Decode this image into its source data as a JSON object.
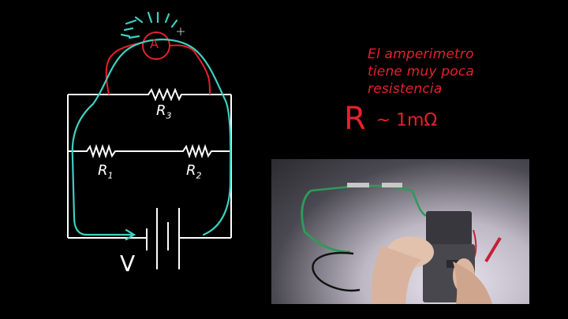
{
  "board": {
    "background": "#000000",
    "colors": {
      "circuit": "#ffffff",
      "annotation": "#e8202c",
      "current_path": "#3fd0c0"
    }
  },
  "circuit": {
    "ammeter_label": "A",
    "resistors": [
      {
        "id": "R3",
        "label_main": "R",
        "label_sub": "3"
      },
      {
        "id": "R1",
        "label_main": "R",
        "label_sub": "1"
      },
      {
        "id": "R2",
        "label_main": "R",
        "label_sub": "2"
      }
    ],
    "battery_label": "V"
  },
  "annotation": {
    "lines": [
      "El amperimetro",
      "tiene muy poca",
      "resistencia"
    ],
    "formula_main": "R",
    "formula_rest": "~ 1mΩ"
  },
  "photo": {
    "description": "Hands connecting alligator-clip leads (green, black, red) to a multimeter on a dark table"
  }
}
